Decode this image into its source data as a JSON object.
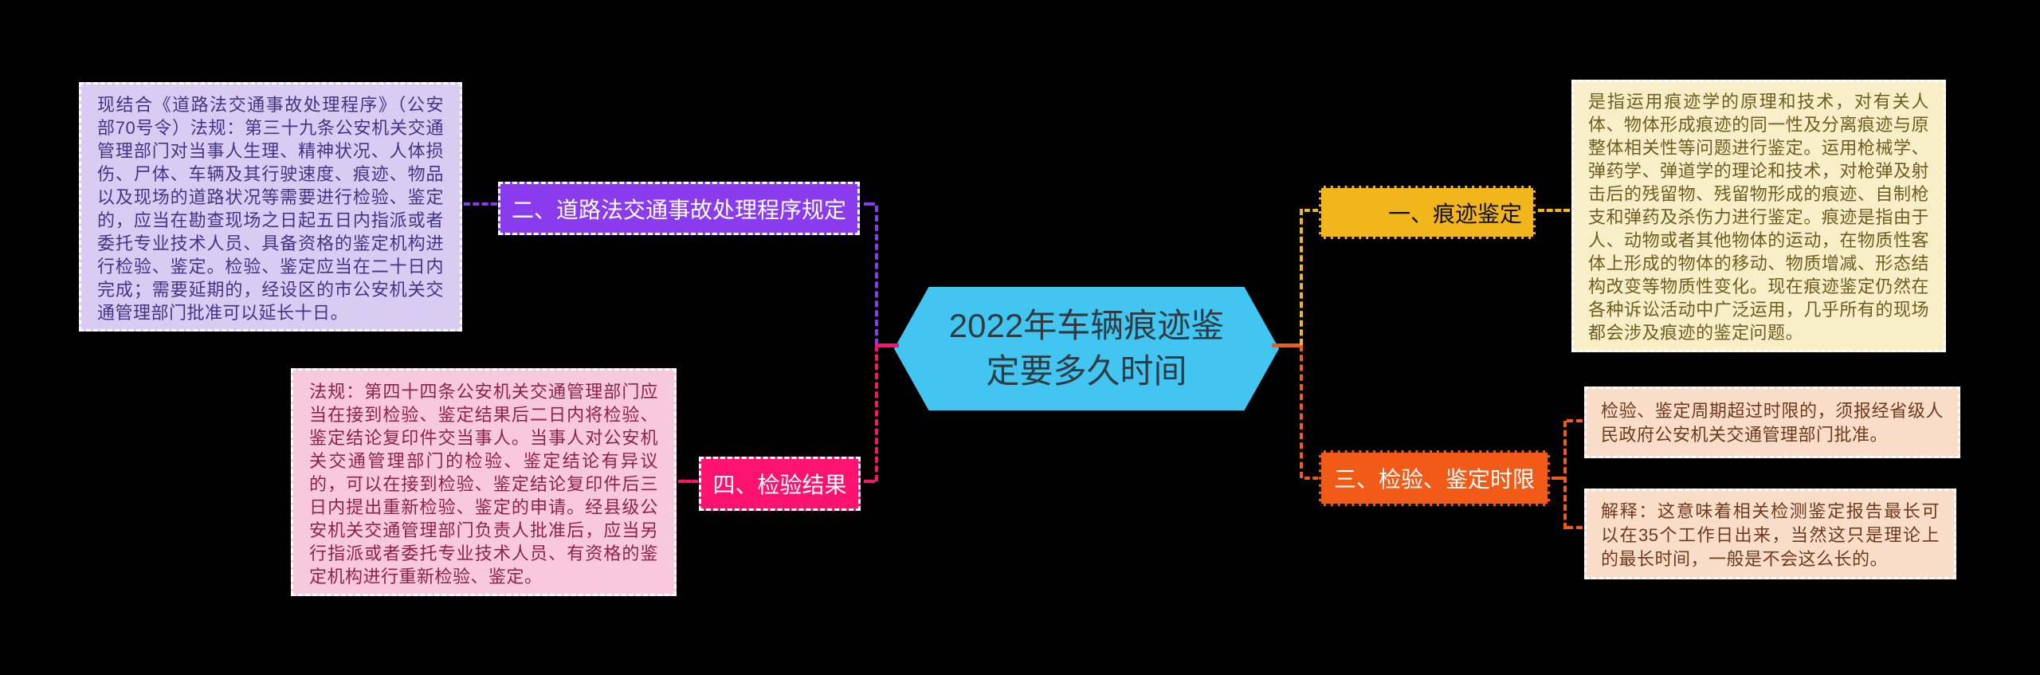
{
  "center": {
    "title": "2022年车辆痕迹鉴定要多久时间"
  },
  "branches": {
    "b1": {
      "label": "一、痕迹鉴定",
      "note": "是指运用痕迹学的原理和技术，对有关人体、物体形成痕迹的同一性及分离痕迹与原整体相关性等问题进行鉴定。运用枪械学、弹药学、弹道学的理论和技术，对枪弹及射击后的残留物、残留物形成的痕迹、自制枪支和弹药及杀伤力进行鉴定。痕迹是指由于人、动物或者其他物体的运动，在物质性客体上形成的物体的移动、物质增减、形态结构改变等物质性变化。现在痕迹鉴定仍然在各种诉讼活动中广泛运用，几乎所有的现场都会涉及痕迹的鉴定问题。"
    },
    "b2": {
      "label": "二、道路法交通事故处理程序规定",
      "note": "现结合《道路法交通事故处理程序》（公安部70号令）法规：第三十九条公安机关交通管理部门对当事人生理、精神状况、人体损伤、尸体、车辆及其行驶速度、痕迹、物品以及现场的道路状况等需要进行检验、鉴定的，应当在勘查现场之日起五日内指派或者委托专业技术人员、具备资格的鉴定机构进行检验、鉴定。检验、鉴定应当在二十日内完成；需要延期的，经设区的市公安机关交通管理部门批准可以延长十日。"
    },
    "b3": {
      "label": "三、检验、鉴定时限",
      "note_a": "检验、鉴定周期超过时限的，须报经省级人民政府公安机关交通管理部门批准。",
      "note_b": "解释：这意味着相关检测鉴定报告最长可以在35个工作日出来，当然这只是理论上的最长时间，一般是不会这么长的。"
    },
    "b4": {
      "label": "四、检验结果",
      "note": "法规：第四十四条公安机关交通管理部门应当在接到检验、鉴定结果后二日内将检验、鉴定结论复印件交当事人。当事人对公安机关交通管理部门的检验、鉴定结论有异议的，可以在接到检验、鉴定结论复印件后三日内提出重新检验、鉴定的申请。经县级公安机关交通管理部门负责人批准后，应当另行指派或者委托专业技术人员、有资格的鉴定机构进行重新检验、鉴定。"
    }
  },
  "colors": {
    "background": "#000000",
    "center_fill": "#42C5F0",
    "center_text": "#2F3C44",
    "branch1_fill": "#F2B51C",
    "branch2_fill": "#8B3BEE",
    "branch3_fill": "#F15A17",
    "branch4_fill": "#FB136F",
    "note1_fill": "#F8EFC9",
    "note2_fill": "#DACBF2",
    "note3_fill": "#F9DDC9",
    "note4_fill": "#F8C9DD"
  }
}
